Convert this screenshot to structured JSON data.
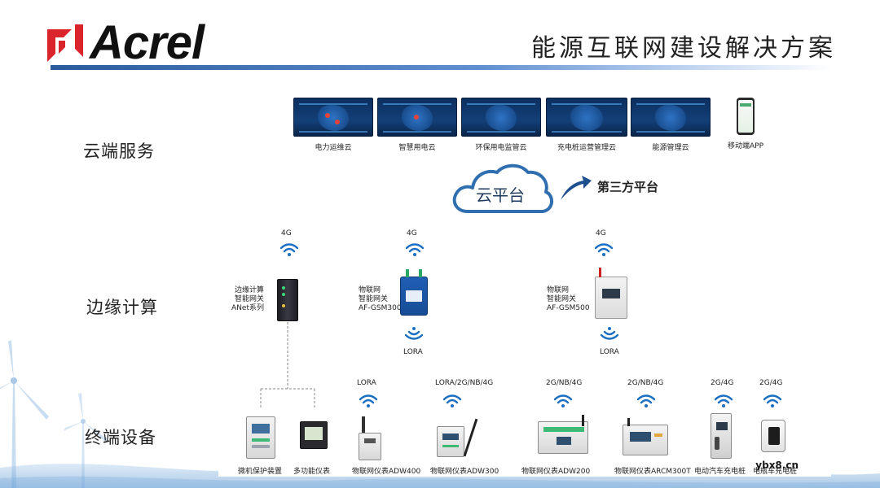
{
  "header": {
    "logo_text": "Acrel",
    "title": "能源互联网建设解决方案"
  },
  "tiers": {
    "cloud": "云端服务",
    "edge": "边缘计算",
    "terminal": "终端设备"
  },
  "cloud_apps": [
    {
      "label": "电力运维云"
    },
    {
      "label": "智慧用电云"
    },
    {
      "label": "环保用电监管云"
    },
    {
      "label": "充电桩运营管理云"
    },
    {
      "label": "能源管理云"
    },
    {
      "label": "移动端APP"
    }
  ],
  "cloud_platform": "云平台",
  "third_party": "第三方平台",
  "edge_devices": {
    "anet": {
      "network": "4G",
      "lines": [
        "边缘计算",
        "智能网关",
        "ANet系列"
      ]
    },
    "gsm300": {
      "network": "4G",
      "lines": [
        "物联网",
        "智能网关",
        "AF-GSM300"
      ],
      "downlink": "LORA"
    },
    "gsm500": {
      "network": "4G",
      "lines": [
        "物联网",
        "智能网关",
        "AF-GSM500"
      ],
      "downlink": "LORA"
    }
  },
  "terminal_devices": [
    {
      "label": "微机保护装置",
      "network": ""
    },
    {
      "label": "多功能仪表",
      "network": ""
    },
    {
      "label": "物联网仪表ADW400",
      "network": "LORA"
    },
    {
      "label": "物联网仪表ADW300",
      "network": "LORA/2G/NB/4G"
    },
    {
      "label": "物联网仪表ADW200",
      "network": "2G/NB/4G"
    },
    {
      "label": "物联网仪表ARCM300T",
      "network": "2G/NB/4G"
    },
    {
      "label": "电动汽车充电桩",
      "network": "2G/4G"
    },
    {
      "label": "电瓶车充电桩",
      "network": "2G/4G"
    }
  ],
  "watermark": "ybx8.cn",
  "colors": {
    "brand_red": "#d9252b",
    "header_blue": "#2a5b9c",
    "cloud_blue": "#2f6fb0",
    "wifi_blue": "#1a6fc2"
  }
}
